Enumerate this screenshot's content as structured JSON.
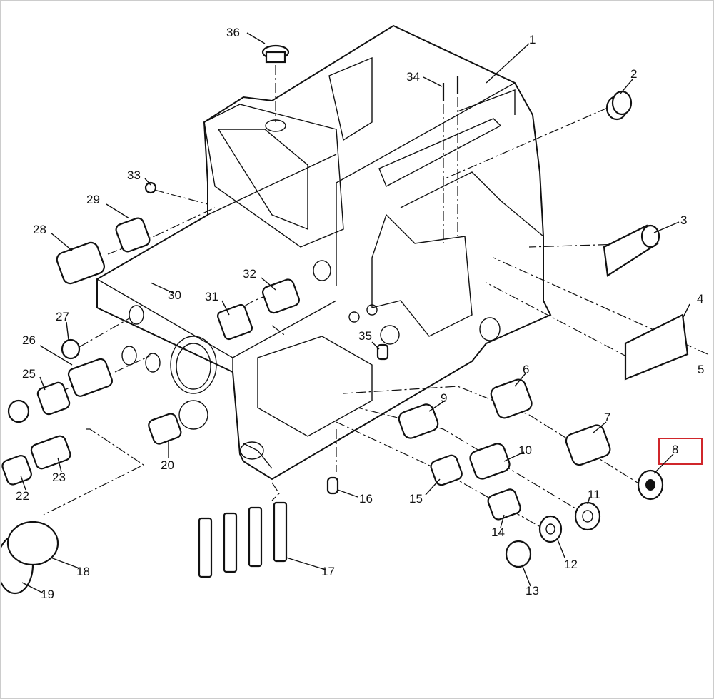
{
  "diagram": {
    "highlighted_part": "8",
    "highlight_color": "#d0262b",
    "part_labels": [
      "36",
      "1",
      "2",
      "34",
      "33",
      "29",
      "3",
      "28",
      "32",
      "30",
      "4",
      "31",
      "27",
      "35",
      "26",
      "5",
      "25",
      "6",
      "9",
      "7",
      "8",
      "10",
      "20",
      "23",
      "22",
      "15",
      "16",
      "11",
      "14",
      "12",
      "18",
      "17",
      "13",
      "19"
    ]
  }
}
